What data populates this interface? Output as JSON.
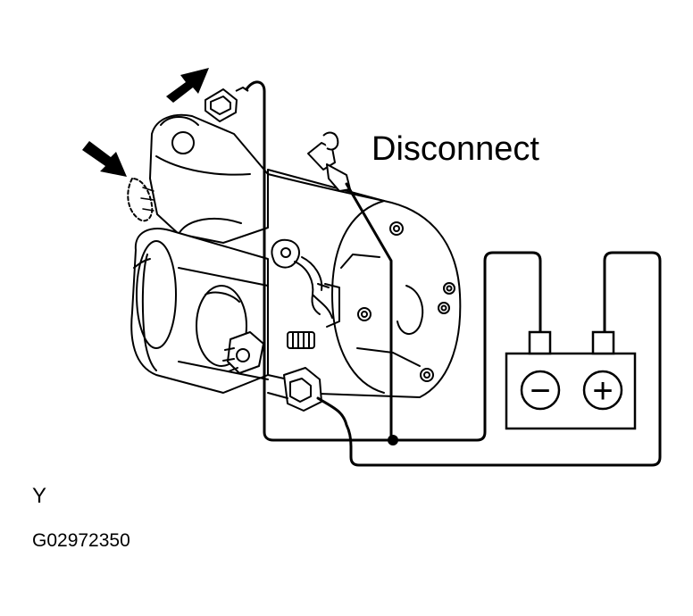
{
  "labels": {
    "disconnect": "Disconnect",
    "marker": "Y",
    "figure_code": "G02972350"
  },
  "battery": {
    "negative_symbol": "−",
    "positive_symbol": "+"
  },
  "colors": {
    "line": "#000000",
    "background": "#ffffff"
  }
}
